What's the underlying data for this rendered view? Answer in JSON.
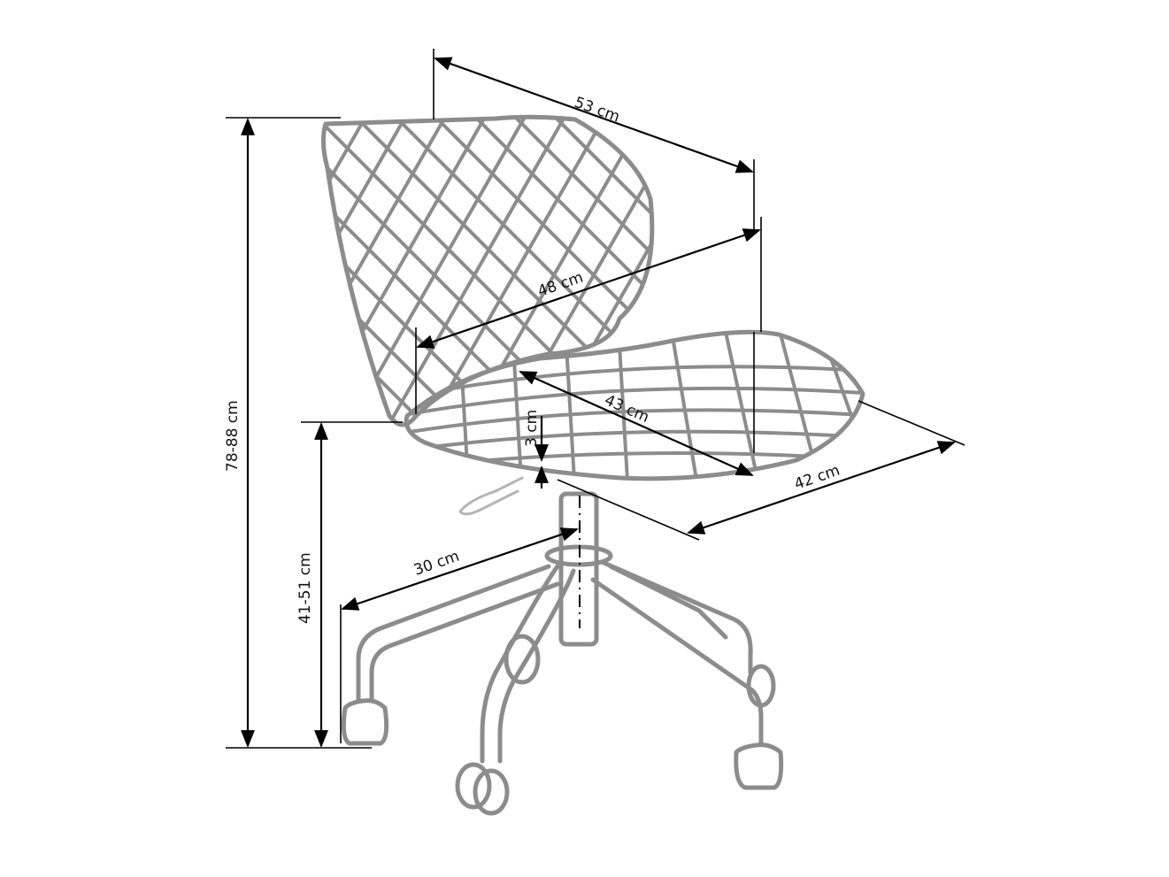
{
  "diagram": {
    "subject": "office swivel chair",
    "colors": {
      "chair_outline": "#8c8c8c",
      "dimension_lines": "#000000",
      "background": "#ffffff"
    },
    "dimensions": {
      "backrest_width": "53 cm",
      "backrest_height": "48 cm",
      "seat_depth": "43 cm",
      "seat_width": "42 cm",
      "seat_thickness": "3 cm",
      "total_height": "78-88 cm",
      "seat_height": "41-51 cm",
      "base_radius": "30 cm"
    }
  }
}
